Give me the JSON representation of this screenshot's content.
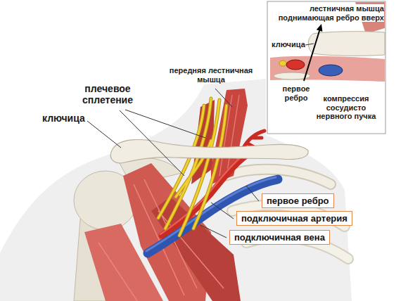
{
  "diagram": {
    "nodes": [
      {
        "text": [
          "первое ребро"
        ]
      },
      {
        "text": [
          "подключичная артерия"
        ]
      },
      {
        "text": [
          "подключичная вена"
        ]
      }
    ],
    "labels": [
      "лестничная мышца поднимающая ребро вверх",
      "ключица",
      "первое ребро",
      "компрессия сосудисто нервного пучка",
      "передняя лестничная мышца",
      "плечевое сплетение",
      "ключица"
    ]
  }
}
